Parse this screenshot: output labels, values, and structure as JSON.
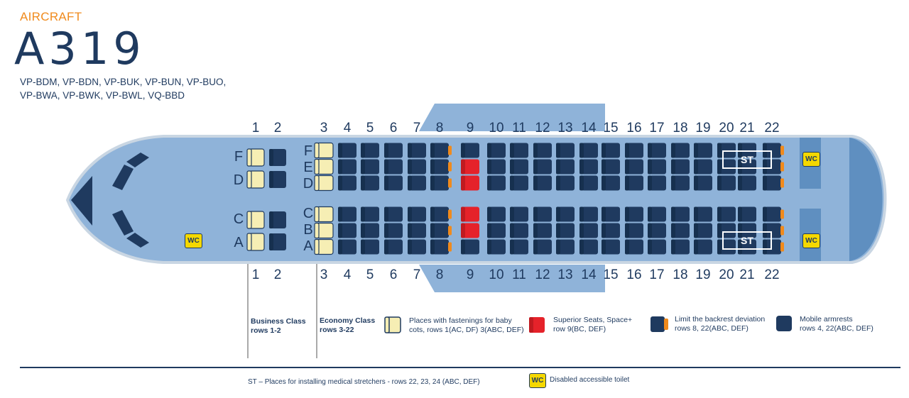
{
  "header": {
    "label": "AIRCRAFT",
    "model": "A319",
    "registrations_line1": "VP-BDM, VP-BDN, VP-BUK, VP-BUN, VP-BUO,",
    "registrations_line2": "VP-BWA, VP-BWK, VP-BWL, VQ-BBD"
  },
  "rows": [
    "1",
    "2",
    "3",
    "4",
    "5",
    "6",
    "7",
    "8",
    "9",
    "10",
    "11",
    "12",
    "13",
    "14",
    "15",
    "16",
    "17",
    "18",
    "19",
    "20",
    "21",
    "22"
  ],
  "seat_letters_business_top": [
    "F",
    "D"
  ],
  "seat_letters_business_bottom": [
    "C",
    "A"
  ],
  "seat_letters_economy_top": [
    "F",
    "E",
    "D"
  ],
  "seat_letters_economy_bottom": [
    "C",
    "B",
    "A"
  ],
  "markers": {
    "wc": "WC",
    "st": "ST"
  },
  "legend": {
    "business_title": "Business Class",
    "business_rows": "rows 1-2",
    "economy_title": "Economy Class",
    "economy_rows": "rows 3-22",
    "baby_line1": "Places with fastenings for baby",
    "baby_line2": "cots, rows 1(AC, DF) 3(ABC, DEF)",
    "superior_line1": "Superior Seats, Space+",
    "superior_line2": "row 9(BC, DEF)",
    "backrest_line1": "Limit the backrest deviation",
    "backrest_line2": "rows 8, 22(ABC, DEF)",
    "armrest_line1": "Mobile armrests",
    "armrest_line2": "rows 4, 22(ABC, DEF)"
  },
  "footer": {
    "stretchers": "ST – Places for installing medical stretchers - rows 22, 23, 24 (ABC, DEF)",
    "toilet": "Disabled accessible toilet"
  },
  "colors": {
    "fuselage": "#8fb3d9",
    "outline": "#c9d6e3",
    "seat_navy": "#1f3a5f",
    "seat_baby": "#f6eeb4",
    "seat_superior": "#e5222a",
    "backrest_orange": "#f08a1c",
    "wc_yellow": "#f5d800",
    "text": "#1f3a5f",
    "accent": "#f08a1c"
  }
}
